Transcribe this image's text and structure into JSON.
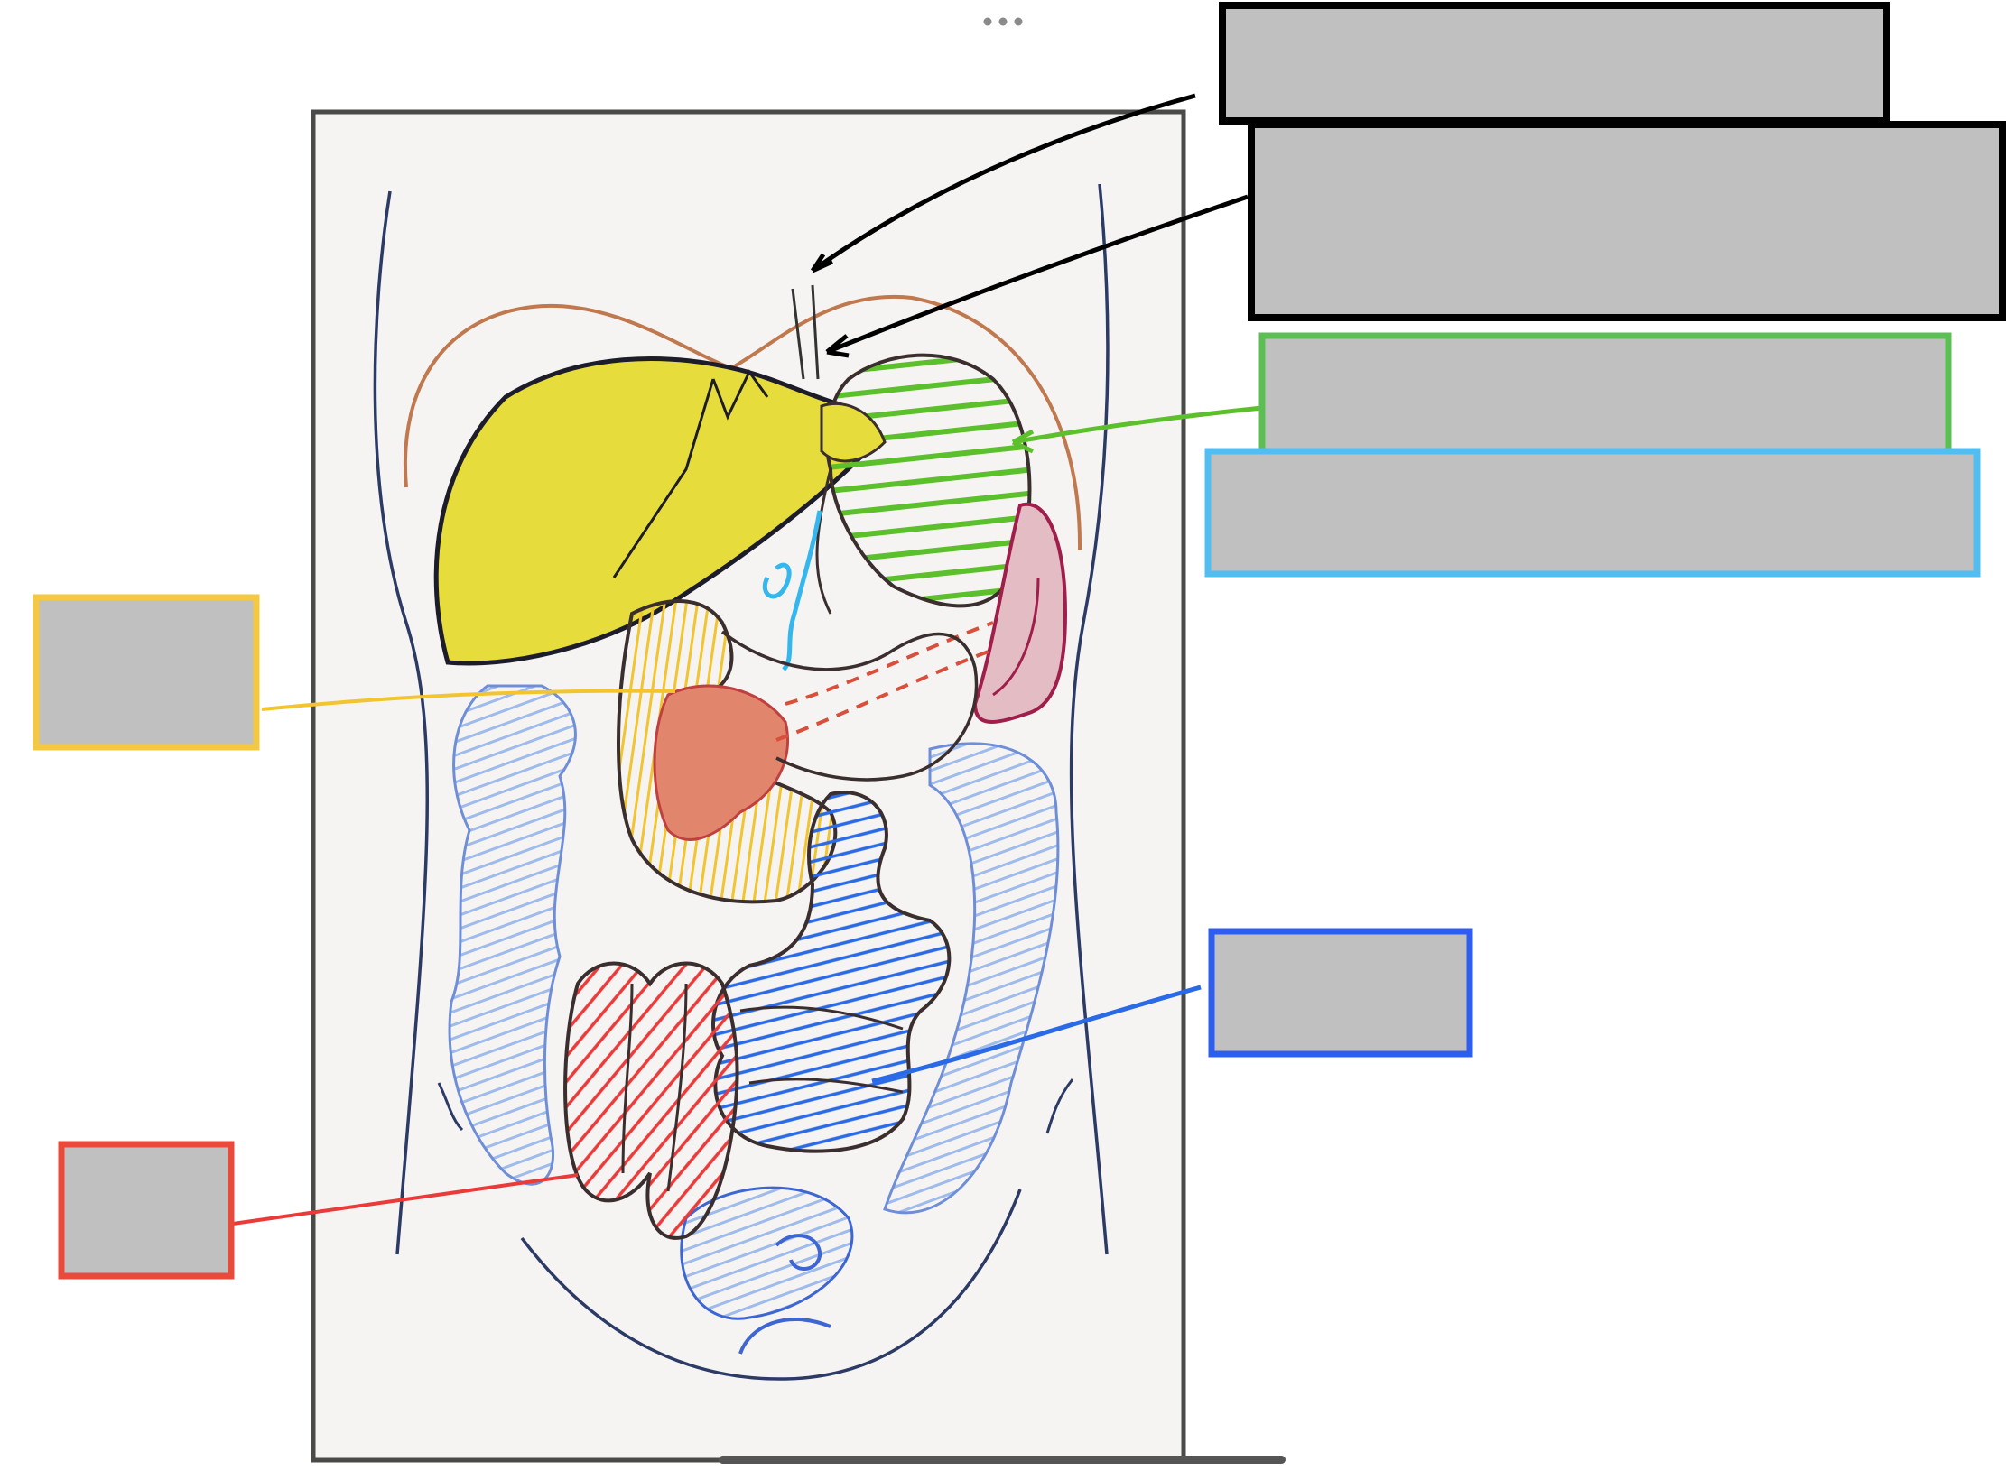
{
  "toolbar": {
    "more_icon": "more-horizontal-icon"
  },
  "colors": {
    "background": "#ffffff",
    "paper": "#f6f4f2",
    "frame": "#4a4a48",
    "placeholder_fill": "#c0c0c0",
    "body_outline": "#2c3a66",
    "diaphragm": "#c0794e",
    "liver": "#e6dc3c",
    "stomach_hatch": "#5cc02c",
    "gallbladder_duct": "#34b6ee",
    "spleen": "#a01e4c",
    "duodenum": "#f2c42e",
    "pancreas": "#d8503c",
    "jejunum": "#2a6ae6",
    "colon": "#7ea6e6",
    "ileum": "#ea3a3a",
    "scrollbar": "#555555"
  },
  "label_boxes": [
    {
      "id": "label-box-esophagus",
      "border_color": "#000000",
      "text": ""
    },
    {
      "id": "label-box-gastroesophageal-junction",
      "border_color": "#000000",
      "text": ""
    },
    {
      "id": "label-box-stomach",
      "border_color": "#5cbf54",
      "text": ""
    },
    {
      "id": "label-box-gallbladder-duct",
      "border_color": "#52bdf0",
      "text": ""
    },
    {
      "id": "label-box-duodenum",
      "border_color": "#f5c842",
      "text": ""
    },
    {
      "id": "label-box-jejunum",
      "border_color": "#2d5ef0",
      "text": ""
    },
    {
      "id": "label-box-ileum",
      "border_color": "#ea4a3c",
      "text": ""
    }
  ]
}
